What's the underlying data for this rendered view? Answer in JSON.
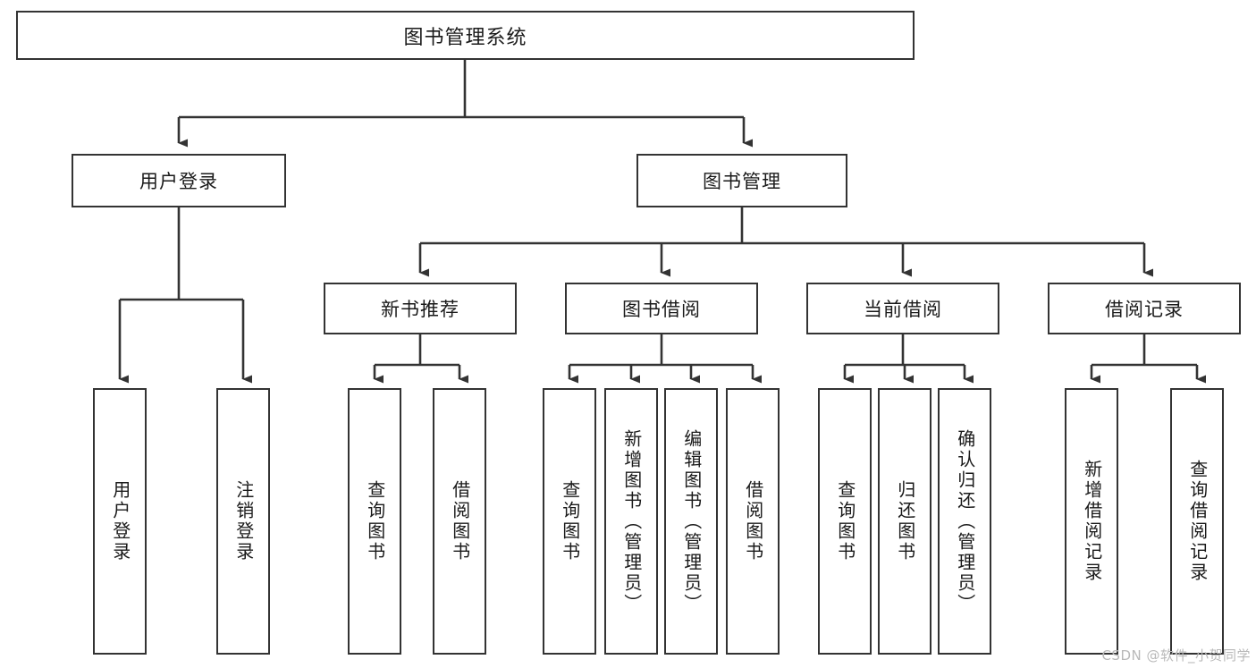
{
  "diagram": {
    "type": "tree-hierarchy",
    "title": "图书管理系统",
    "root": {
      "label": "图书管理系统"
    },
    "level1": [
      {
        "id": "user-login",
        "label": "用户登录"
      },
      {
        "id": "book-manage",
        "label": "图书管理"
      }
    ],
    "level2": [
      {
        "id": "new-book-recommend",
        "label": "新书推荐",
        "parent": "book-manage"
      },
      {
        "id": "book-borrow",
        "label": "图书借阅",
        "parent": "book-manage"
      },
      {
        "id": "current-borrow",
        "label": "当前借阅",
        "parent": "book-manage"
      },
      {
        "id": "borrow-record",
        "label": "借阅记录",
        "parent": "book-manage"
      }
    ],
    "leaves": {
      "user_login": [
        {
          "id": "leaf-user-login",
          "label": "用户登录"
        },
        {
          "id": "leaf-user-logout",
          "label": "注销登录"
        }
      ],
      "new_book_recommend": [
        {
          "id": "leaf-query-book-1",
          "label": "查询图书"
        },
        {
          "id": "leaf-borrow-book-1",
          "label": "借阅图书"
        }
      ],
      "book_borrow": [
        {
          "id": "leaf-query-book-2",
          "label": "查询图书"
        },
        {
          "id": "leaf-add-book",
          "label": "新增图书（管理员）"
        },
        {
          "id": "leaf-edit-book",
          "label": "编辑图书（管理员）"
        },
        {
          "id": "leaf-borrow-book-2",
          "label": "借阅图书"
        }
      ],
      "current_borrow": [
        {
          "id": "leaf-query-book-3",
          "label": "查询图书"
        },
        {
          "id": "leaf-return-book",
          "label": "归还图书"
        },
        {
          "id": "leaf-confirm-return",
          "label": "确认归还（管理员）"
        }
      ],
      "borrow_record": [
        {
          "id": "leaf-add-record",
          "label": "新增借阅记录"
        },
        {
          "id": "leaf-query-record",
          "label": "查询借阅记录"
        }
      ]
    },
    "colors": {
      "border": "#333333",
      "text": "#1a1a1a",
      "background": "#ffffff",
      "connector": "#333333",
      "watermark": "#b9b9b9"
    }
  },
  "watermark": {
    "text": "CSDN @软件_小贺同学"
  }
}
